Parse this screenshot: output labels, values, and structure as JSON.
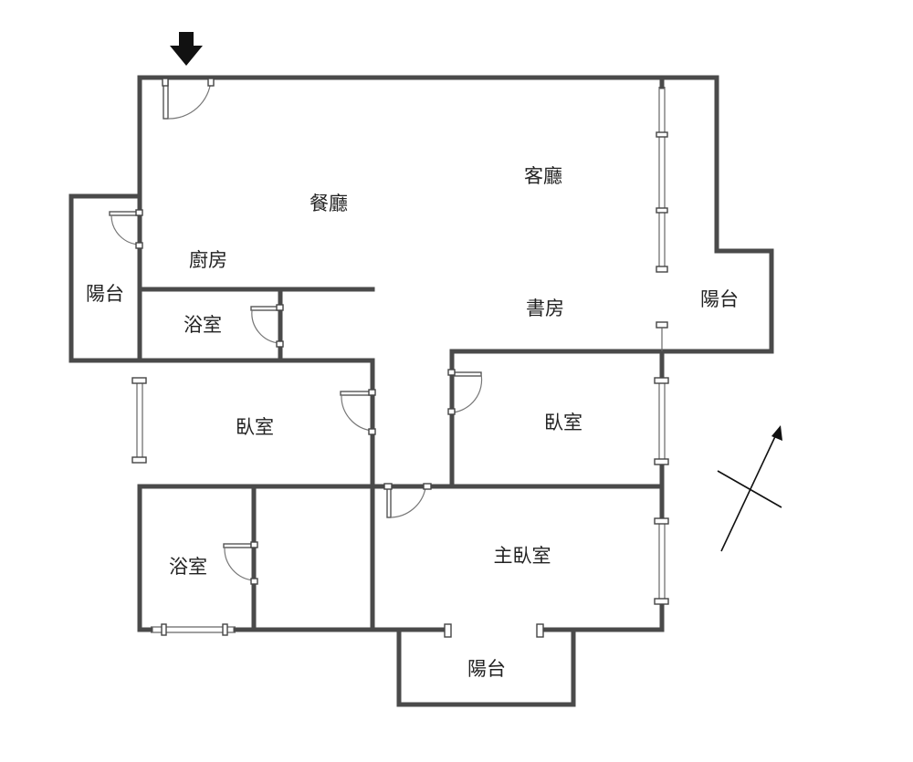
{
  "rooms": {
    "dining": "餐廳",
    "living": "客廳",
    "kitchen": "廚房",
    "balcony_west": "陽台",
    "bath_1": "浴室",
    "study": "書房",
    "balcony_east": "陽台",
    "bedroom_1": "臥室",
    "bedroom_2": "臥室",
    "bath_2": "浴室",
    "master_bedroom": "主臥室",
    "balcony_south": "陽台"
  },
  "icons": {
    "entrance": "entrance-arrow-icon",
    "compass": "north-compass-icon"
  },
  "colors": {
    "wall": "#4a4a4a",
    "label": "#222222",
    "entrance_arrow": "#111111"
  }
}
